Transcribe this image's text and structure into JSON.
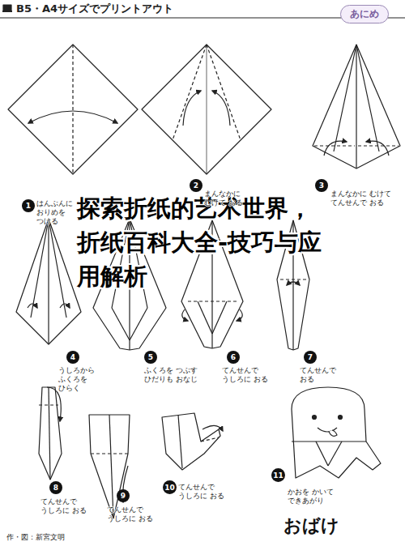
{
  "diagram": {
    "title": "おばけ",
    "nodes": [
      {
        "text": [
          "あにめ"
        ]
      },
      {
        "text": [
          "1"
        ]
      },
      {
        "text": [
          "2"
        ]
      },
      {
        "text": [
          "3"
        ]
      },
      {
        "text": [
          "4"
        ]
      },
      {
        "text": [
          "5"
        ]
      },
      {
        "text": [
          "6"
        ]
      },
      {
        "text": [
          "7"
        ]
      },
      {
        "text": [
          "8"
        ]
      },
      {
        "text": [
          "9"
        ]
      },
      {
        "text": [
          "10"
        ]
      },
      {
        "text": [
          "11"
        ]
      }
    ],
    "labels": [
      "B5・A4サイズでプリントアウト",
      "探索折纸的艺术世界，折纸百科大全-技巧与应用解析",
      "はんぶんに おりめを つける",
      "まんなかに むけて おる",
      "まんなかに むけて てんせんで おる",
      "うしろから ふくろを ひらく",
      "ふくろを つぶす ひだりも おなじ",
      "てんせんで うしろに おる",
      "てんせんで おる",
      "てんせんで うしろに おる",
      "てんせんで うしろに おる",
      "てんせんで うしろに おる",
      "かおを かいて できあがり",
      "作・図：新宮文明"
    ]
  }
}
